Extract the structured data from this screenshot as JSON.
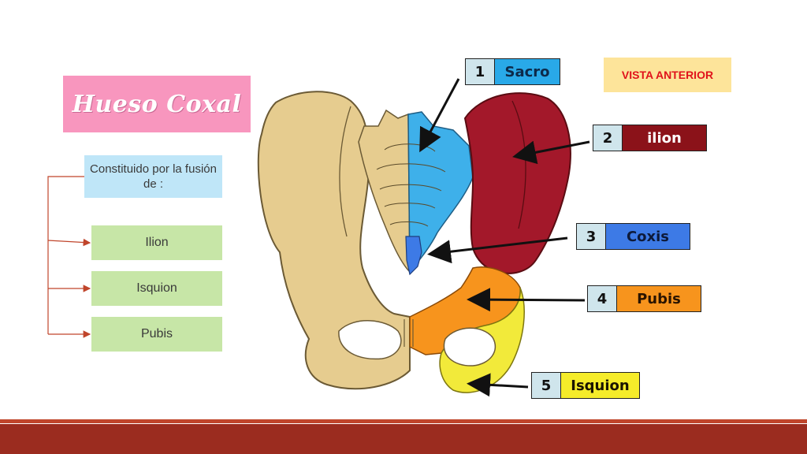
{
  "title": "Hueso Coxal",
  "intro": "Constituido por la fusión de :",
  "parts_list": [
    "Ilion",
    "Isquion",
    "Pubis"
  ],
  "view": "VISTA ANTERIOR",
  "labels": [
    {
      "num": "1",
      "name": "Sacro",
      "bg": "#29a9e8",
      "fg": "#0d2a4a"
    },
    {
      "num": "2",
      "name": "ilion",
      "bg": "#8b1219",
      "fg": "#ffffff"
    },
    {
      "num": "3",
      "name": "Coxis",
      "bg": "#3d7ae6",
      "fg": "#0d1a3a"
    },
    {
      "num": "4",
      "name": "Pubis",
      "bg": "#f7941d",
      "fg": "#2a1400"
    },
    {
      "num": "5",
      "name": "Isquion",
      "bg": "#f5ec2a",
      "fg": "#1a1400"
    }
  ],
  "colors": {
    "bone": "#e6cc8f",
    "bone_outline": "#6b5a35",
    "sacro": "#3eb0ea",
    "ilion": "#a3182a",
    "coxis": "#3d7ae6",
    "pubis": "#f7941d",
    "isquion": "#f2ea3a",
    "accent_line": "#c0452b"
  }
}
